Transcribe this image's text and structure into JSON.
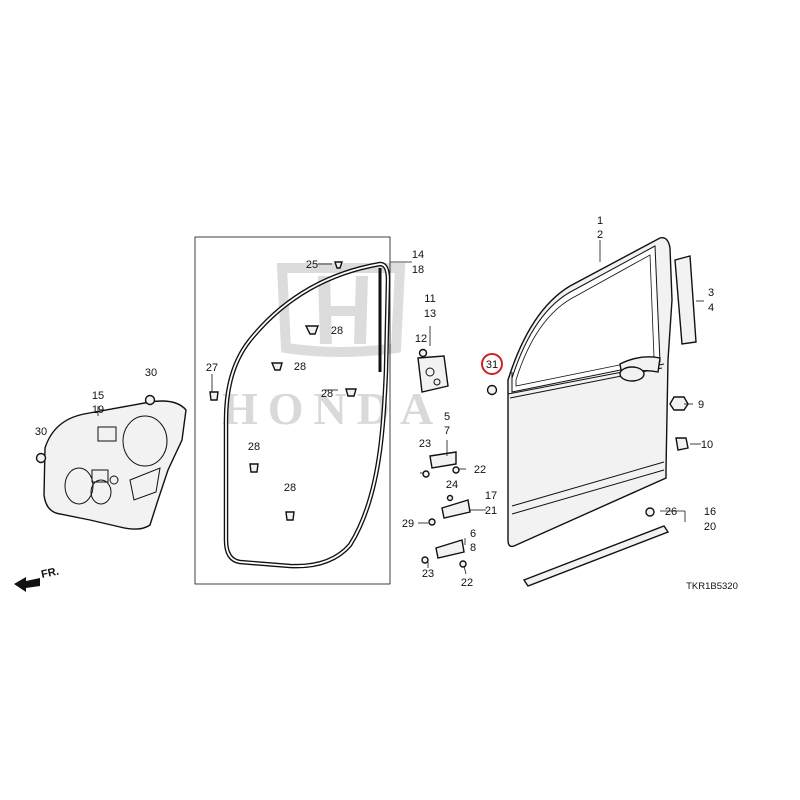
{
  "diagram_code": "TKR1B5320",
  "direction_label": "FR.",
  "watermark_text": "HONDA",
  "highlight_color": "#d81e1e",
  "callouts": {
    "n1": "1",
    "n2": "2",
    "n3": "3",
    "n4": "4",
    "n5": "5",
    "n6": "6",
    "n7": "7",
    "n8": "8",
    "n9": "9",
    "n10": "10",
    "n11": "11",
    "n12": "12",
    "n13": "13",
    "n14": "14",
    "n15": "15",
    "n16": "16",
    "n17": "17",
    "n18": "18",
    "n19": "19",
    "n20": "20",
    "n21": "21",
    "n22": "22",
    "n23": "23",
    "n24": "24",
    "n25": "25",
    "n26": "26",
    "n27": "27",
    "n28": "28",
    "n29": "29",
    "n30": "30",
    "n31": "31"
  }
}
